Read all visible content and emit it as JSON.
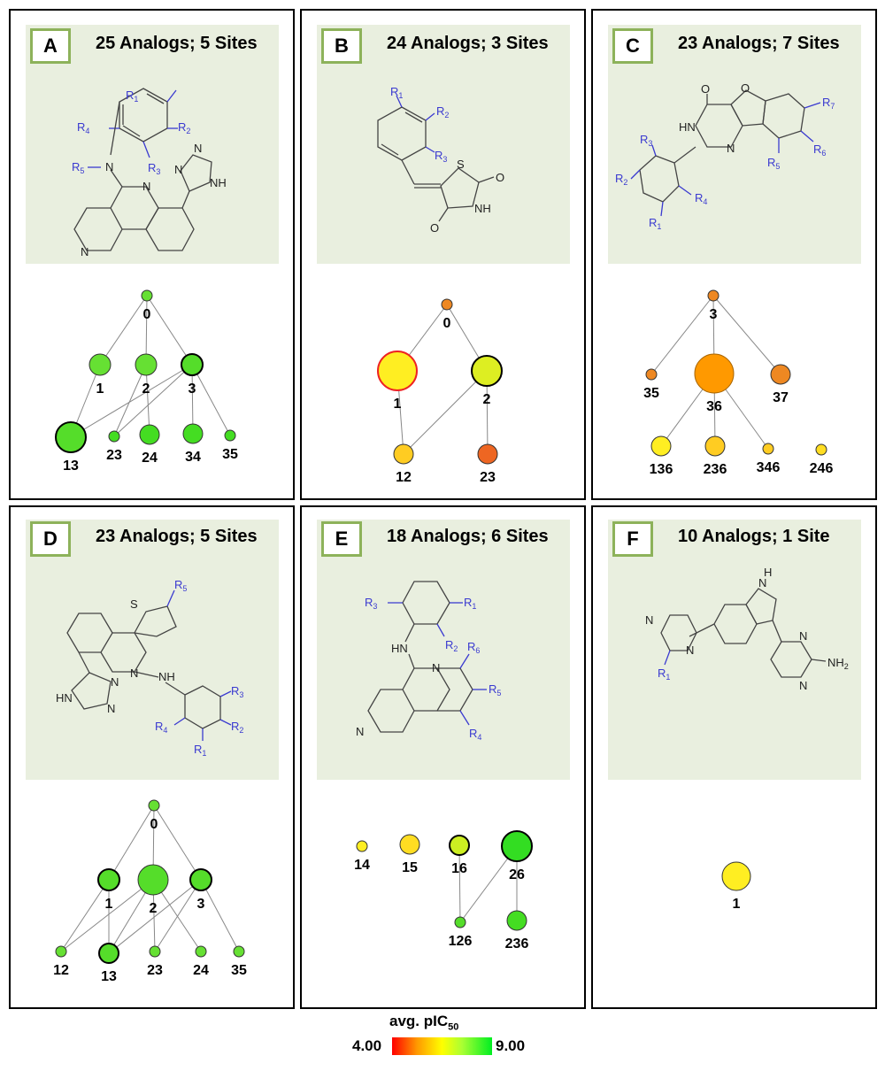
{
  "panels": [
    {
      "letter": "A",
      "title": "25 Analogs; 5 Sites",
      "nodes": [
        {
          "label": "0",
          "color": "#66e033",
          "r": 6,
          "border": "#333",
          "bw": 1
        },
        {
          "label": "1",
          "color": "#66e033",
          "r": 12,
          "border": "#333",
          "bw": 1
        },
        {
          "label": "2",
          "color": "#66e033",
          "r": 12,
          "border": "#333",
          "bw": 1
        },
        {
          "label": "3",
          "color": "#55dd2a",
          "r": 12,
          "border": "#000",
          "bw": 2
        },
        {
          "label": "13",
          "color": "#55dd2a",
          "r": 17,
          "border": "#000",
          "bw": 2
        },
        {
          "label": "23",
          "color": "#44dd22",
          "r": 6,
          "border": "#333",
          "bw": 1
        },
        {
          "label": "24",
          "color": "#44dd22",
          "r": 11,
          "border": "#333",
          "bw": 1
        },
        {
          "label": "34",
          "color": "#44dd22",
          "r": 11,
          "border": "#333",
          "bw": 1
        },
        {
          "label": "35",
          "color": "#44dd22",
          "r": 6,
          "border": "#333",
          "bw": 1
        }
      ],
      "edges": [
        [
          0,
          1
        ],
        [
          0,
          2
        ],
        [
          0,
          3
        ],
        [
          1,
          4
        ],
        [
          2,
          5
        ],
        [
          2,
          6
        ],
        [
          3,
          4
        ],
        [
          3,
          5
        ],
        [
          3,
          7
        ],
        [
          3,
          8
        ]
      ]
    },
    {
      "letter": "B",
      "title": "24 Analogs; 3 Sites",
      "nodes": [
        {
          "label": "0",
          "color": "#ee8822",
          "r": 6,
          "border": "#333",
          "bw": 1
        },
        {
          "label": "1",
          "color": "#ffee22",
          "r": 22,
          "border": "#ee2222",
          "bw": 2
        },
        {
          "label": "2",
          "color": "#ddee22",
          "r": 17,
          "border": "#000",
          "bw": 2
        },
        {
          "label": "12",
          "color": "#ffcc22",
          "r": 11,
          "border": "#333",
          "bw": 1
        },
        {
          "label": "23",
          "color": "#ee6622",
          "r": 11,
          "border": "#333",
          "bw": 1
        }
      ],
      "edges": [
        [
          0,
          1
        ],
        [
          0,
          2
        ],
        [
          1,
          3
        ],
        [
          2,
          3
        ],
        [
          2,
          4
        ]
      ]
    },
    {
      "letter": "C",
      "title": "23 Analogs; 7 Sites",
      "nodes": [
        {
          "label": "3",
          "color": "#ee8822",
          "r": 6,
          "border": "#333",
          "bw": 1
        },
        {
          "label": "35",
          "color": "#ee8822",
          "r": 6,
          "border": "#333",
          "bw": 1
        },
        {
          "label": "36",
          "color": "#ff9900",
          "r": 22,
          "border": "#aa6600",
          "bw": 1
        },
        {
          "label": "37",
          "color": "#ee8822",
          "r": 11,
          "border": "#333",
          "bw": 1
        },
        {
          "label": "136",
          "color": "#ffee22",
          "r": 11,
          "border": "#333",
          "bw": 1
        },
        {
          "label": "236",
          "color": "#ffcc22",
          "r": 11,
          "border": "#333",
          "bw": 1
        },
        {
          "label": "346",
          "color": "#ffcc22",
          "r": 6,
          "border": "#333",
          "bw": 1
        },
        {
          "label": "246",
          "color": "#ffdd22",
          "r": 6,
          "border": "#333",
          "bw": 1
        }
      ],
      "edges": [
        [
          0,
          1
        ],
        [
          0,
          2
        ],
        [
          0,
          3
        ],
        [
          2,
          4
        ],
        [
          2,
          5
        ],
        [
          2,
          6
        ]
      ]
    },
    {
      "letter": "D",
      "title": "23 Analogs; 5 Sites",
      "nodes": [
        {
          "label": "0",
          "color": "#66e033",
          "r": 6,
          "border": "#333",
          "bw": 1
        },
        {
          "label": "1",
          "color": "#55dd2a",
          "r": 12,
          "border": "#000",
          "bw": 2
        },
        {
          "label": "2",
          "color": "#55dd2a",
          "r": 17,
          "border": "#333",
          "bw": 1
        },
        {
          "label": "3",
          "color": "#55dd2a",
          "r": 12,
          "border": "#000",
          "bw": 2
        },
        {
          "label": "12",
          "color": "#66e033",
          "r": 6,
          "border": "#333",
          "bw": 1
        },
        {
          "label": "13",
          "color": "#55dd2a",
          "r": 11,
          "border": "#000",
          "bw": 2
        },
        {
          "label": "23",
          "color": "#66e033",
          "r": 6,
          "border": "#333",
          "bw": 1
        },
        {
          "label": "24",
          "color": "#66e033",
          "r": 6,
          "border": "#333",
          "bw": 1
        },
        {
          "label": "35",
          "color": "#66e033",
          "r": 6,
          "border": "#333",
          "bw": 1
        }
      ],
      "edges": [
        [
          0,
          1
        ],
        [
          0,
          2
        ],
        [
          0,
          3
        ],
        [
          1,
          4
        ],
        [
          1,
          5
        ],
        [
          2,
          4
        ],
        [
          2,
          5
        ],
        [
          2,
          6
        ],
        [
          2,
          7
        ],
        [
          3,
          5
        ],
        [
          3,
          6
        ],
        [
          3,
          8
        ]
      ]
    },
    {
      "letter": "E",
      "title": "18 Analogs; 6 Sites",
      "nodes": [
        {
          "label": "14",
          "color": "#ffee22",
          "r": 6,
          "border": "#333",
          "bw": 1
        },
        {
          "label": "15",
          "color": "#ffdd22",
          "r": 11,
          "border": "#333",
          "bw": 1
        },
        {
          "label": "16",
          "color": "#ccee22",
          "r": 11,
          "border": "#000",
          "bw": 2
        },
        {
          "label": "26",
          "color": "#33dd22",
          "r": 17,
          "border": "#000",
          "bw": 2
        },
        {
          "label": "126",
          "color": "#55dd2a",
          "r": 6,
          "border": "#333",
          "bw": 1
        },
        {
          "label": "236",
          "color": "#44dd22",
          "r": 11,
          "border": "#333",
          "bw": 1
        }
      ],
      "edges": [
        [
          2,
          4
        ],
        [
          3,
          4
        ],
        [
          3,
          5
        ]
      ]
    },
    {
      "letter": "F",
      "title": "10 Analogs; 1 Site",
      "nodes": [
        {
          "label": "1",
          "color": "#ffee22",
          "r": 16,
          "border": "#333",
          "bw": 1
        }
      ],
      "edges": []
    }
  ],
  "legend": {
    "title_main": "avg. pIC",
    "title_sub": "50",
    "min_label": "4.00",
    "max_label": "9.00",
    "colors": [
      "#ff0000",
      "#ff9900",
      "#ffff00",
      "#00ee22"
    ]
  },
  "molecules": {
    "A": {
      "r1": "R",
      "r1s": "1",
      "r2": "R",
      "r2s": "2",
      "r3": "R",
      "r3s": "3",
      "r4": "R",
      "r4s": "4",
      "r5": "R",
      "r5s": "5",
      "n1": "N",
      "n2": "N",
      "n3": "N",
      "nh": "NH",
      "n4": "N",
      "n5": "N"
    },
    "B": {
      "r1": "R",
      "r1s": "1",
      "r2": "R",
      "r2s": "2",
      "r3": "R",
      "r3s": "3",
      "s": "S",
      "o1": "O",
      "o2": "O",
      "nh": "NH"
    },
    "C": {
      "o1": "O",
      "o2": "O",
      "hn": "HN",
      "n": "N",
      "r1": "R",
      "r1s": "1",
      "r2": "R",
      "r2s": "2",
      "r3": "R",
      "r3s": "3",
      "r4": "R",
      "r4s": "4",
      "r5": "R",
      "r5s": "5",
      "r6": "R",
      "r6s": "6",
      "r7": "R",
      "r7s": "7"
    },
    "D": {
      "s": "S",
      "r5": "R",
      "r5s": "5",
      "n": "N",
      "nh": "NH",
      "hn": "HN",
      "n2": "N",
      "n3": "N",
      "r1": "R",
      "r1s": "1",
      "r2": "R",
      "r2s": "2",
      "r3": "R",
      "r3s": "3",
      "r4": "R",
      "r4s": "4"
    },
    "E": {
      "r1": "R",
      "r1s": "1",
      "r2": "R",
      "r2s": "2",
      "r3": "R",
      "r3s": "3",
      "r4": "R",
      "r4s": "4",
      "r5": "R",
      "r5s": "5",
      "r6": "R",
      "r6s": "6",
      "hn": "HN",
      "n1": "N",
      "n2": "N"
    },
    "F": {
      "nh": "N",
      "h": "H",
      "n1": "N",
      "n2": "N",
      "n3": "N",
      "n4": "N",
      "nh2": "NH",
      "nh2s": "2",
      "r1": "R",
      "r1s": "1"
    }
  }
}
